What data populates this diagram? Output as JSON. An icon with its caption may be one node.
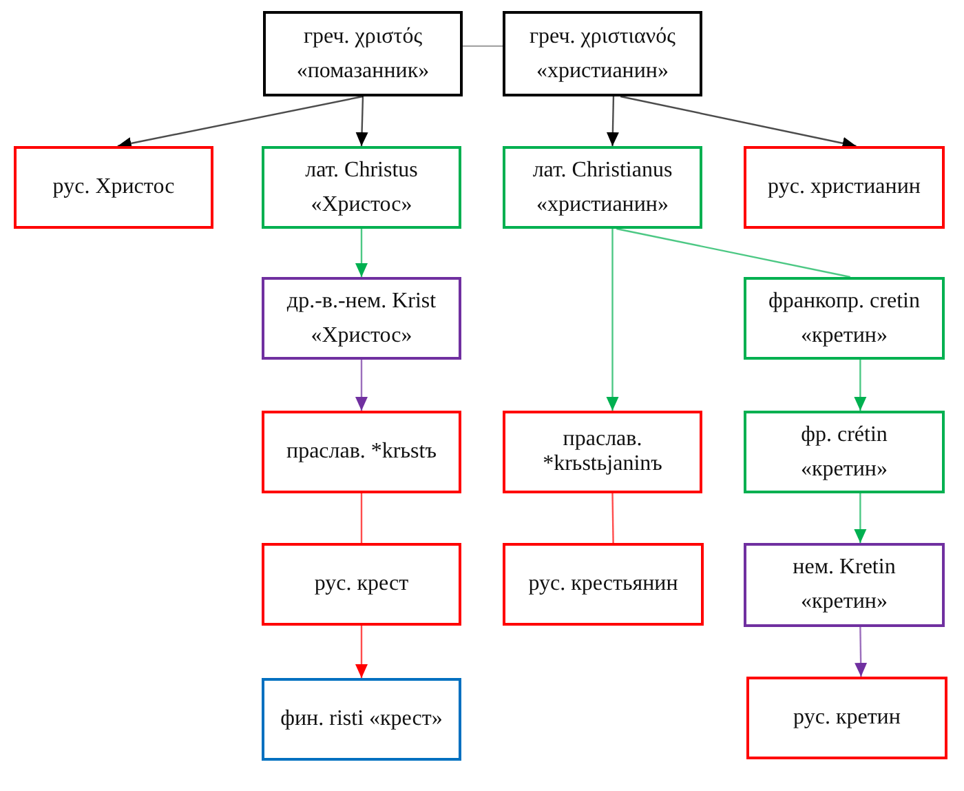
{
  "diagram": {
    "nodes": [
      {
        "text": [
          "греч. χριστός",
          "«помазанник»"
        ]
      },
      {
        "text": [
          "греч. χριστιανός",
          "«христианин»"
        ]
      },
      {
        "text": [
          "рус. Христос"
        ]
      },
      {
        "text": [
          "лат. Christus",
          "«Христос»"
        ]
      },
      {
        "text": [
          "лат. Christianus",
          "«христианин»"
        ]
      },
      {
        "text": [
          "рус. христианин"
        ]
      },
      {
        "text": [
          "др.-в.-нем. Krist",
          "«Христос»"
        ]
      },
      {
        "text": [
          "франкопр. cretin",
          "«кретин»"
        ]
      },
      {
        "text": [
          "праслав. *krьstъ"
        ]
      },
      {
        "text": [
          "праслав. *krьstьjaninъ"
        ]
      },
      {
        "text": [
          "фр. crétin",
          "«кретин»"
        ]
      },
      {
        "text": [
          "рус. крест"
        ]
      },
      {
        "text": [
          "рус. крестьянин"
        ]
      },
      {
        "text": [
          "нем. Kretin",
          "«кретин»"
        ]
      },
      {
        "text": [
          "фин. risti «крест»"
        ]
      },
      {
        "text": [
          "рус. кретин"
        ]
      }
    ],
    "edges": [
      {
        "from": 0,
        "to": 1,
        "arrow": "none",
        "color": "#7f7f7f"
      },
      {
        "from": 0,
        "to": 2,
        "arrow": "to",
        "color": "#000000"
      },
      {
        "from": 0,
        "to": 3,
        "arrow": "to",
        "color": "#000000"
      },
      {
        "from": 1,
        "to": 4,
        "arrow": "to",
        "color": "#000000"
      },
      {
        "from": 1,
        "to": 5,
        "arrow": "to",
        "color": "#000000"
      },
      {
        "from": 3,
        "to": 6,
        "arrow": "to",
        "color": "#00b050"
      },
      {
        "from": 4,
        "to": 9,
        "arrow": "to",
        "color": "#00b050"
      },
      {
        "from": 4,
        "to": 7,
        "arrow": "none",
        "color": "#00b050"
      },
      {
        "from": 6,
        "to": 8,
        "arrow": "to",
        "color": "#7030a0"
      },
      {
        "from": 7,
        "to": 10,
        "arrow": "to",
        "color": "#00b050"
      },
      {
        "from": 8,
        "to": 11,
        "arrow": "none",
        "color": "#ff0000"
      },
      {
        "from": 9,
        "to": 12,
        "arrow": "none",
        "color": "#ff0000"
      },
      {
        "from": 10,
        "to": 13,
        "arrow": "to",
        "color": "#00b050"
      },
      {
        "from": 11,
        "to": 14,
        "arrow": "to",
        "color": "#ff0000"
      },
      {
        "from": 13,
        "to": 15,
        "arrow": "to",
        "color": "#7030a0"
      }
    ]
  }
}
